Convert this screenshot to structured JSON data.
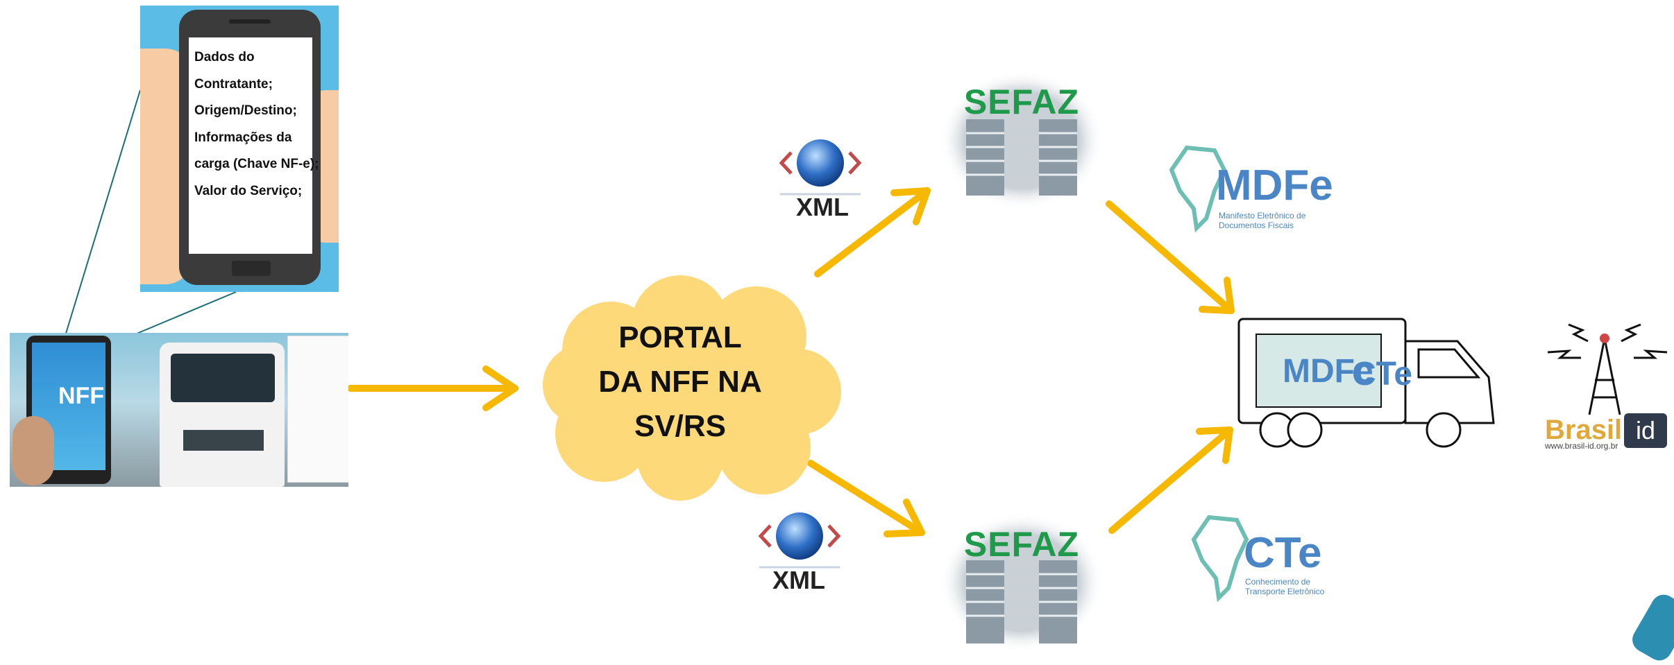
{
  "phone_card": {
    "lines": [
      "Dados do",
      "Contratante;",
      "Origem/Destino;",
      "Informações da",
      "carga (Chave NF-e);",
      "Valor do Serviço;"
    ]
  },
  "nff_app": {
    "logo_text": "NFF"
  },
  "portal": {
    "lines": [
      "PORTAL",
      "DA NFF NA",
      "SV/RS"
    ]
  },
  "sefaz_top": {
    "title": "SEFAZ"
  },
  "sefaz_bottom": {
    "title": "SEFAZ"
  },
  "xml_top": {
    "label": "XML"
  },
  "xml_bottom": {
    "label": "XML"
  },
  "mdfe_logo": {
    "name": "MDFe",
    "subtitle_line1": "Manifesto Eletrônico de",
    "subtitle_line2": "Documentos Fiscais"
  },
  "cte_logo": {
    "name": "CTe",
    "subtitle_line1": "Conhecimento de",
    "subtitle_line2": "Transporte Eletrônico"
  },
  "truck": {
    "mdfe_label": "MDFe",
    "cte_label": "CTe"
  },
  "brasil_id": {
    "word": "Brasil",
    "badge": "id",
    "url": "www.brasil-id.org.br"
  },
  "colors": {
    "arrow": "#f6b800",
    "cloud": "#fdd97a",
    "sefaz_green": "#1f9a4a",
    "logo_blue": "#4a86c6",
    "phone_bg": "#5bbde6"
  }
}
